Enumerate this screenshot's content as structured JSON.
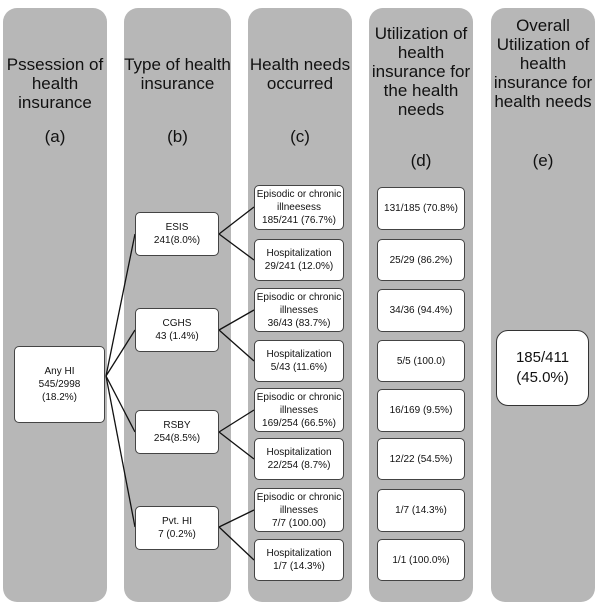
{
  "columns": [
    {
      "title": "Pssession of health insurance",
      "tag": "(a)"
    },
    {
      "title": "Type of health insurance",
      "tag": "(b)"
    },
    {
      "title": "Health needs occurred",
      "tag": "(c)"
    },
    {
      "title": "Utilization of health insurance for the health needs",
      "tag": "(d)"
    },
    {
      "title": "Overall Utilization of health insurance for health needs",
      "tag": "(e)"
    }
  ],
  "any_hi": {
    "label": "Any HI",
    "count": "545/2998",
    "pct": "(18.2%)"
  },
  "types": [
    {
      "label": "ESIS",
      "value": "241(8.0%)"
    },
    {
      "label": "CGHS",
      "value": "43 (1.4%)"
    },
    {
      "label": "RSBY",
      "value": "254(8.5%)"
    },
    {
      "label": "Pvt. HI",
      "value": "7 (0.2%)"
    }
  ],
  "needs": [
    {
      "label": "Episodic or chronic illneesess",
      "value": "185/241 (76.7%)"
    },
    {
      "label": "Hospitalization",
      "value": "29/241 (12.0%)"
    },
    {
      "label": "Episodic or chronic illnesses",
      "value": "36/43 (83.7%)"
    },
    {
      "label": "Hospitalization",
      "value": "5/43 (11.6%)"
    },
    {
      "label": "Episodic or chronic illnesses",
      "value": "169/254 (66.5%)"
    },
    {
      "label": "Hospitalization",
      "value": "22/254 (8.7%)"
    },
    {
      "label": "Episodic or chronic illnesses",
      "value": "7/7 (100.00)"
    },
    {
      "label": "Hospitalization",
      "value": "1/7 (14.3%)"
    }
  ],
  "utilization": [
    "131/185 (70.8%)",
    "25/29 (86.2%)",
    "34/36 (94.4%)",
    "5/5 (100.0)",
    "16/169 (9.5%)",
    "12/22 (54.5%)",
    "1/7 (14.3%)",
    "1/1 (100.0%)"
  ],
  "overall": {
    "count": "185/411",
    "pct": "(45.0%)"
  }
}
